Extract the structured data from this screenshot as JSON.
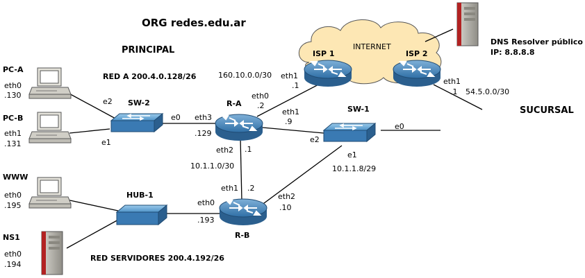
{
  "title": "ORG redes.edu.ar",
  "sections": {
    "principal": "PRINCIPAL",
    "sucursal": "SUCURSAL"
  },
  "networks": {
    "red_a": "RED A  200.4.0.128/26",
    "red_servidores": "RED SERVIDORES 200.4.192/26",
    "net_isp1": "160.10.0.0/30",
    "net_isp2": "54.5.0.0/30",
    "net_ra_rb": "10.1.1.0/30",
    "net_rb_sw1": "10.1.1.8/29"
  },
  "cloud": {
    "label": "INTERNET"
  },
  "dns_public": {
    "name": "DNS Resolver público",
    "ip": "IP: 8.8.8.8"
  },
  "devices": {
    "pc_a": {
      "name": "PC-A",
      "iface": "eth0",
      "ip": ".130"
    },
    "pc_b": {
      "name": "PC-B",
      "iface": "eth1",
      "ip": ".131"
    },
    "www": {
      "name": "WWW",
      "iface": "eth0",
      "ip": ".195"
    },
    "ns1": {
      "name": "NS1",
      "iface": "eth0",
      "ip": ".194"
    },
    "sw2": {
      "name": "SW-2",
      "port_e2": "e2",
      "port_e1": "e1",
      "port_e0": "e0"
    },
    "hub1": {
      "name": "HUB-1"
    },
    "ra": {
      "name": "R-A",
      "eth3": "eth3",
      "eth3_ip": ".129",
      "eth0": "eth0",
      "eth0_ip": ".2",
      "eth1": "eth1",
      "eth1_ip": ".9",
      "eth2": "eth2",
      "eth2_ip": ".1"
    },
    "rb": {
      "name": "R-B",
      "eth0": "eth0",
      "eth0_ip": ".193",
      "eth1": "eth1",
      "eth1_ip": ".2",
      "eth2": "eth2",
      "eth2_ip": ".10"
    },
    "sw1": {
      "name": "SW-1",
      "port_e2": "e2",
      "port_e1": "e1",
      "port_e0": "e0"
    },
    "isp1": {
      "name": "ISP 1",
      "iface": "eth1",
      "ip": ".1"
    },
    "isp2": {
      "name": "ISP 2",
      "iface": "eth1",
      "ip": ".1"
    }
  }
}
